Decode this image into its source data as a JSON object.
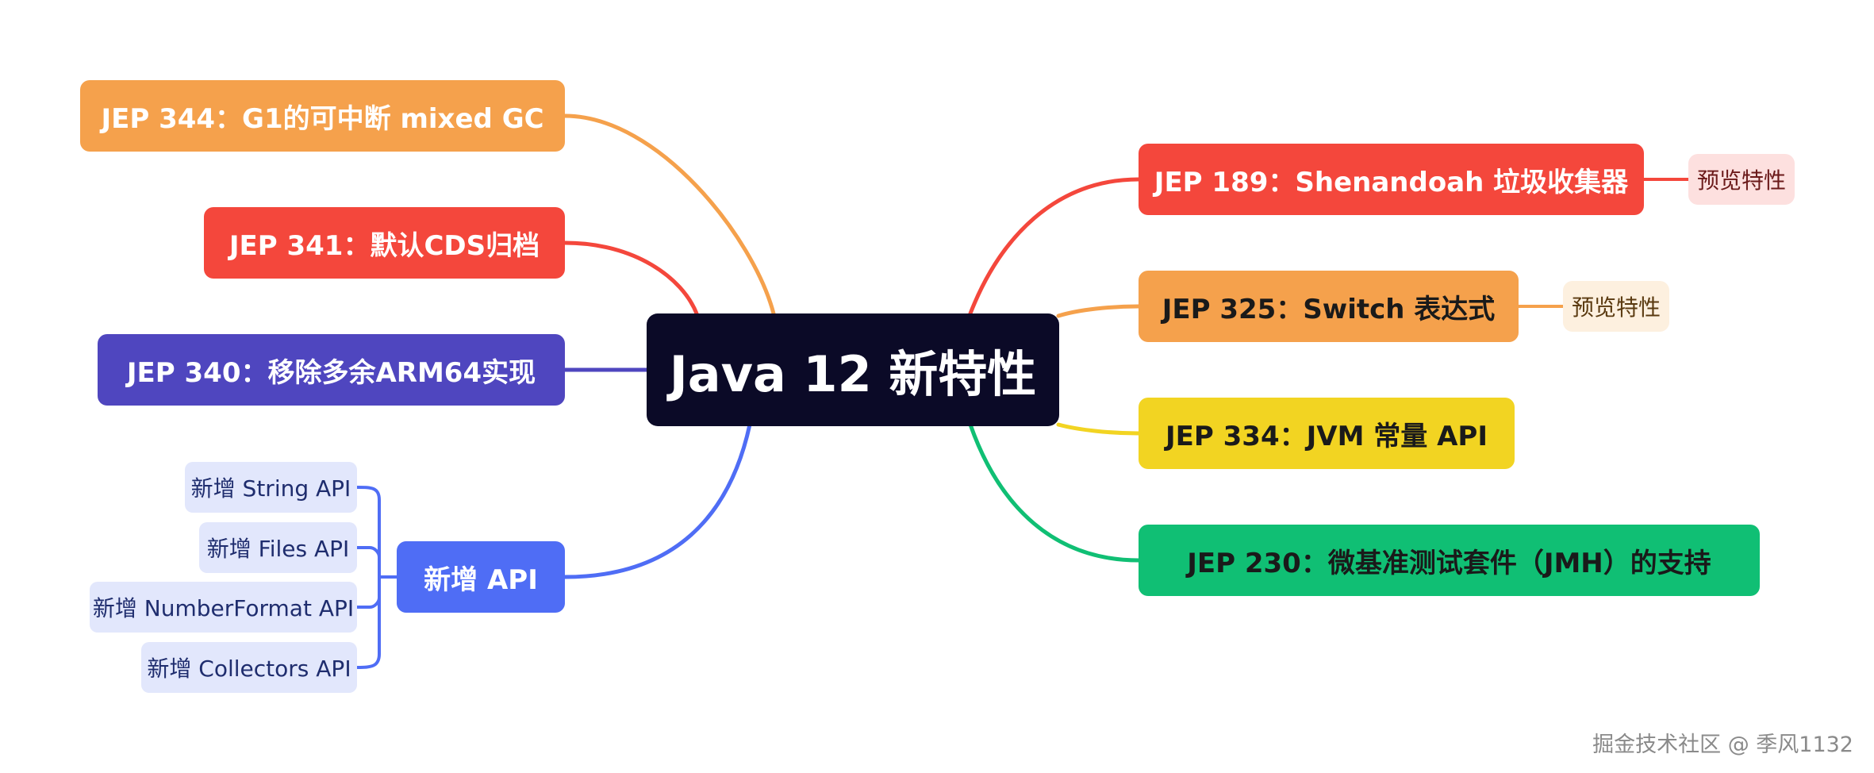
{
  "mindmap": {
    "root": "Java 12 新特性",
    "left": [
      {
        "label": "JEP 344：G1的可中断 mixed GC",
        "color": "#f5a14c"
      },
      {
        "label": "JEP 341：默认CDS归档",
        "color": "#f4473c"
      },
      {
        "label": "JEP 340：移除多余ARM64实现",
        "color": "#4f46bf"
      },
      {
        "label": "新增 API",
        "color": "#4f6df5",
        "children": [
          "新增 String API",
          "新增 Files API",
          "新增 NumberFormat API",
          "新增 Collectors API"
        ]
      }
    ],
    "right": [
      {
        "label": "JEP 189：Shenandoah 垃圾收集器",
        "color": "#f4473c",
        "tag": "预览特性",
        "tag_bg": "#fde0df",
        "tag_color": "#6b1a1a"
      },
      {
        "label": "JEP 325：Switch 表达式",
        "color": "#f5a14c",
        "tag": "预览特性",
        "tag_bg": "#fdf0df",
        "tag_color": "#5a3a10"
      },
      {
        "label": "JEP 334：JVM 常量 API",
        "color": "#f2d422"
      },
      {
        "label": "JEP 230：微基准测试套件（JMH）的支持",
        "color": "#10bf74"
      }
    ],
    "sub_branch_color": "#4f6df5"
  },
  "watermark": "掘金技术社区 @ 季风1132"
}
